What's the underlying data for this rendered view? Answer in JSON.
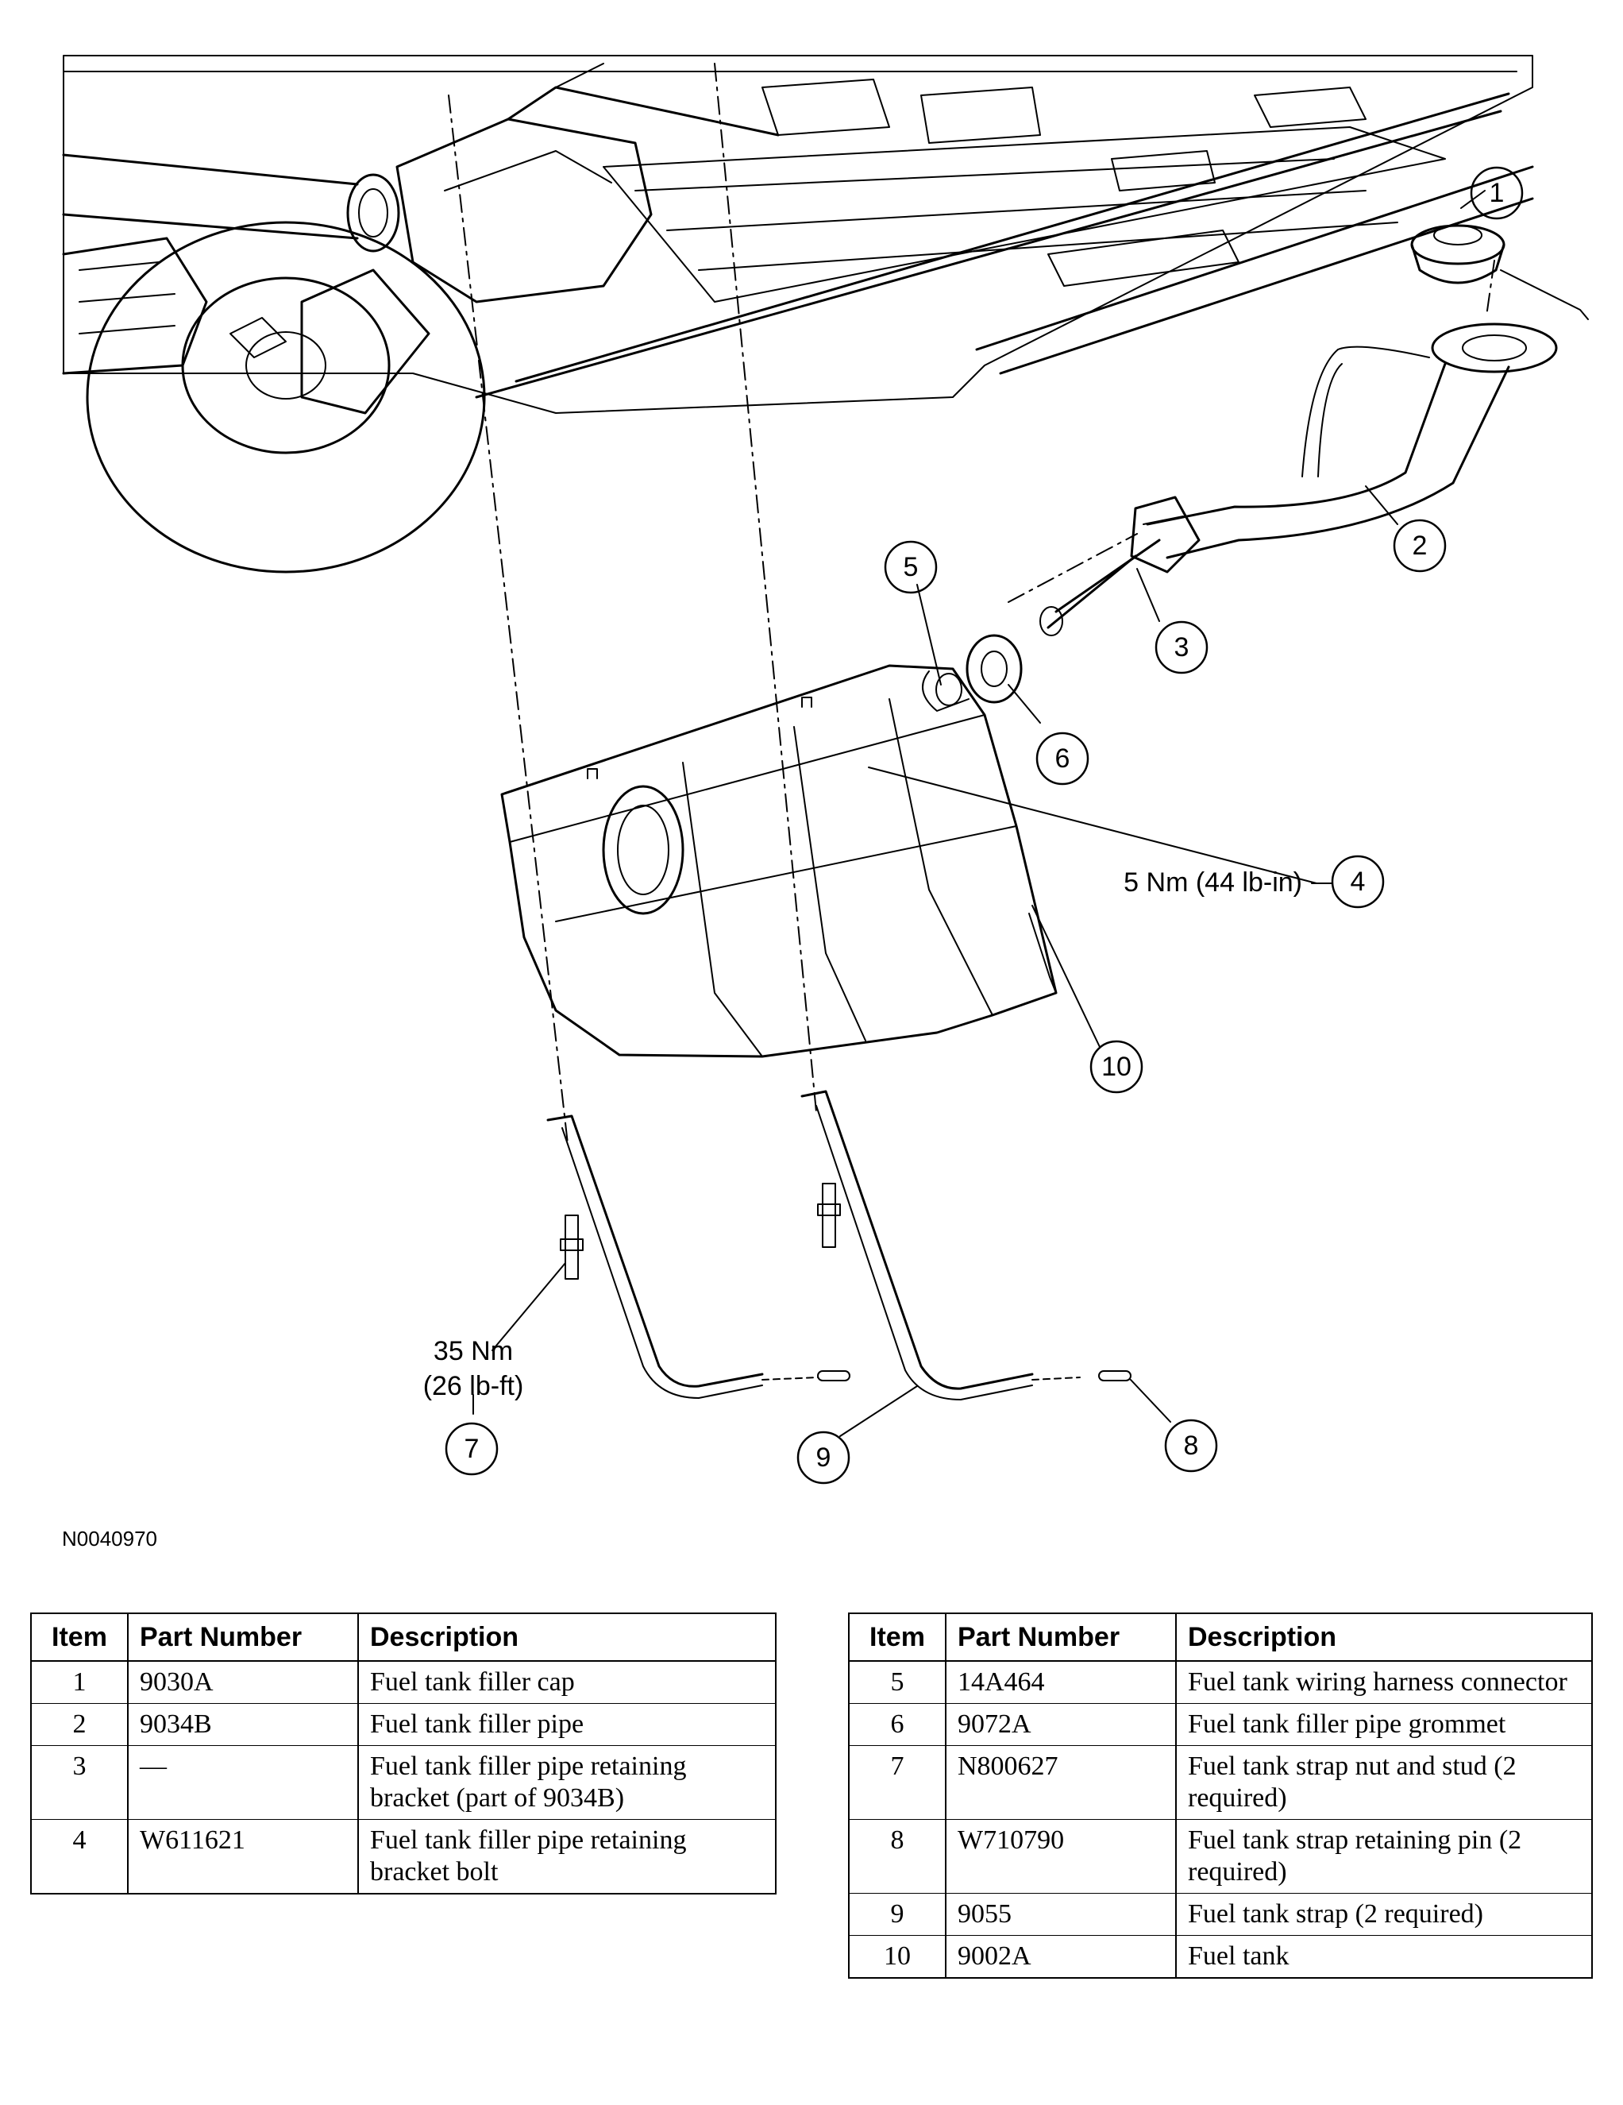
{
  "figure_id": "N0040970",
  "callouts": {
    "n1": "1",
    "n2": "2",
    "n3": "3",
    "n4": "4",
    "n5": "5",
    "n6": "6",
    "n7": "7",
    "n8": "8",
    "n9": "9",
    "n10": "10"
  },
  "torque": {
    "bolt_nm": "5 Nm (44 lb-in)",
    "stud_nm": "35 Nm",
    "stud_lbft": "(26 lb-ft)"
  },
  "table_headers": {
    "item": "Item",
    "part_number": "Part Number",
    "description": "Description"
  },
  "parts_left": [
    {
      "item": "1",
      "part": "9030A",
      "desc": "Fuel tank filler cap"
    },
    {
      "item": "2",
      "part": "9034B",
      "desc": "Fuel tank filler pipe"
    },
    {
      "item": "3",
      "part": "—",
      "desc": "Fuel tank filler pipe retaining bracket (part of 9034B)"
    },
    {
      "item": "4",
      "part": "W611621",
      "desc": "Fuel tank filler pipe retaining bracket bolt"
    }
  ],
  "parts_right": [
    {
      "item": "5",
      "part": "14A464",
      "desc": "Fuel tank wiring harness connector"
    },
    {
      "item": "6",
      "part": "9072A",
      "desc": "Fuel tank filler pipe grommet"
    },
    {
      "item": "7",
      "part": "N800627",
      "desc": "Fuel tank strap nut and stud (2 required)"
    },
    {
      "item": "8",
      "part": "W710790",
      "desc": "Fuel tank strap retaining pin (2 required)"
    },
    {
      "item": "9",
      "part": "9055",
      "desc": "Fuel tank strap (2 required)"
    },
    {
      "item": "10",
      "part": "9002A",
      "desc": "Fuel tank"
    }
  ]
}
